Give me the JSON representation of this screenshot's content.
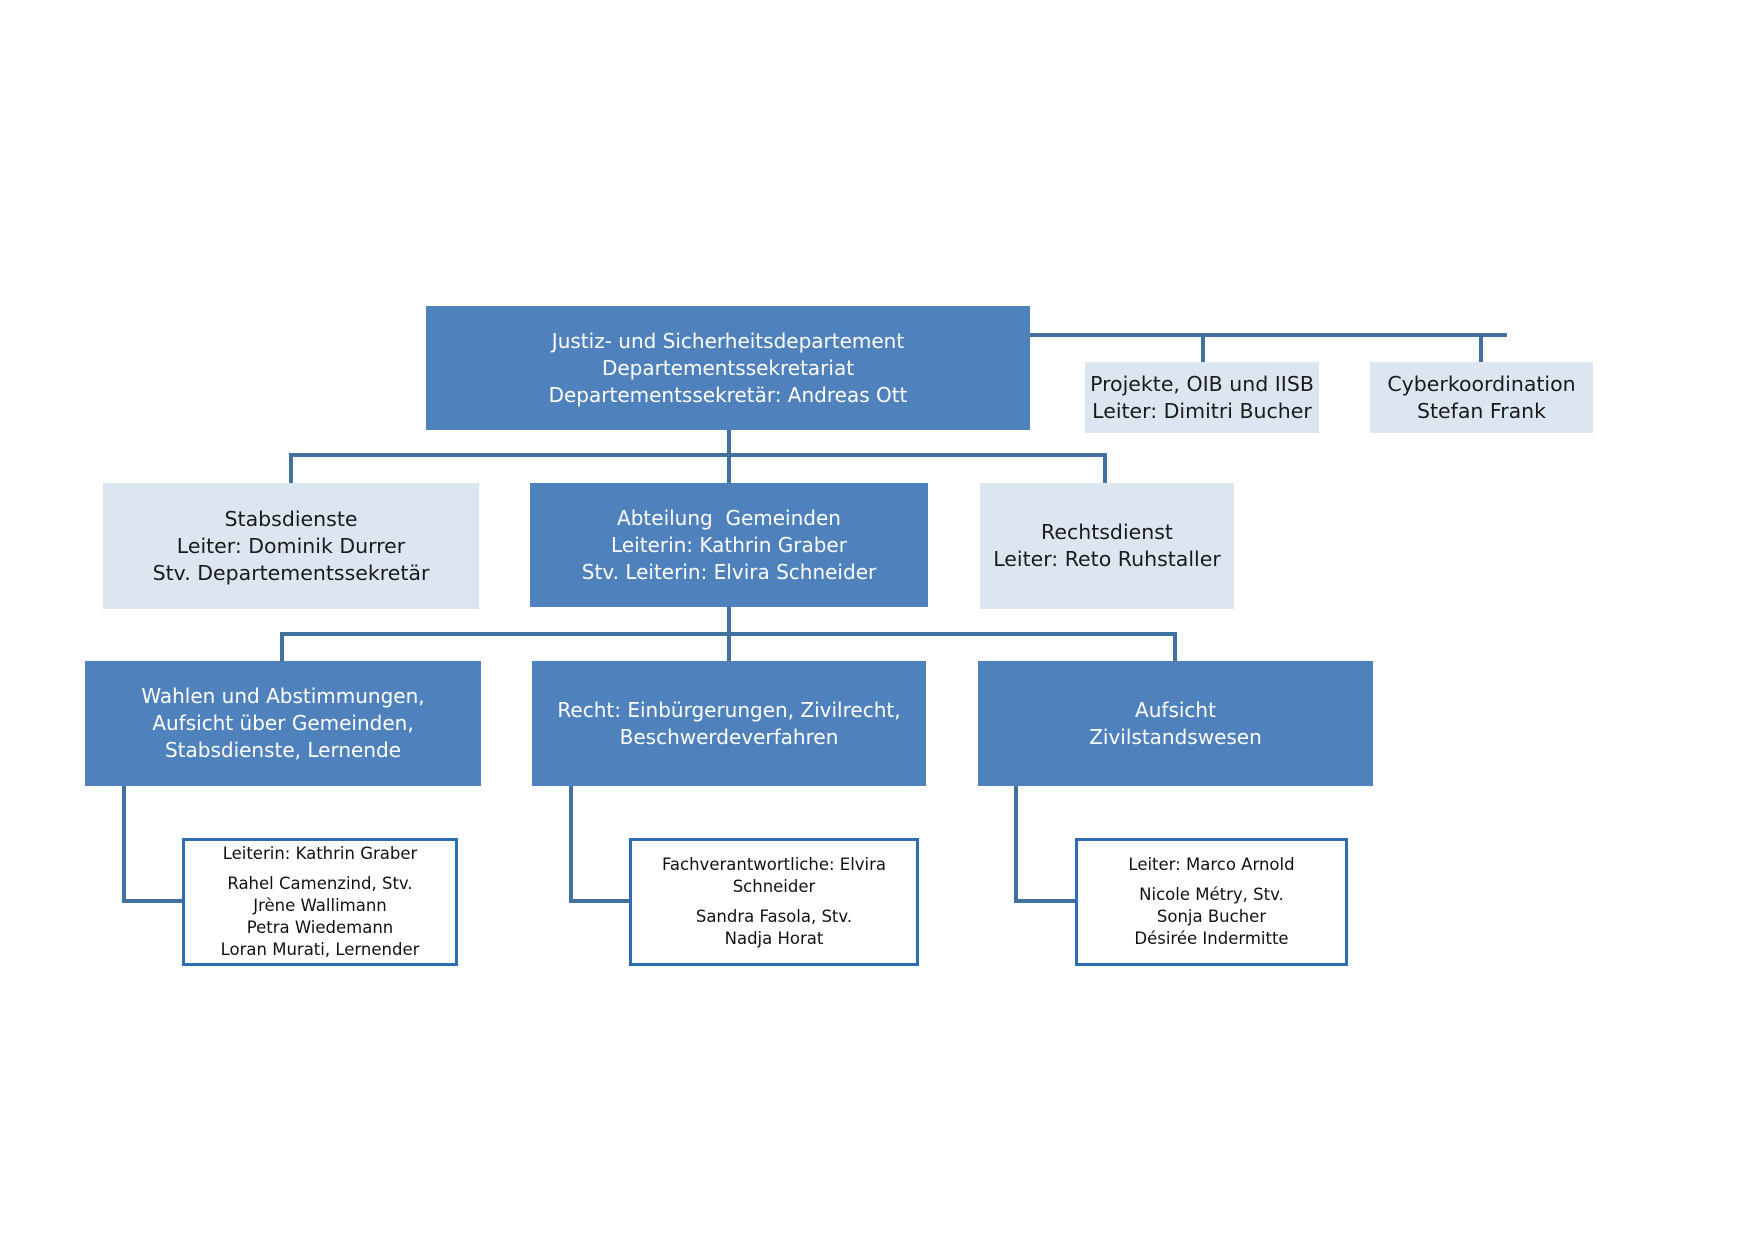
{
  "colors": {
    "dark_box": "#4f81bd",
    "light_box": "#dce6f1",
    "detail_border": "#2e6db4",
    "connector": "#41719c"
  },
  "department": {
    "line1": "Justiz- und Sicherheitsdepartement",
    "line2": "Departementssekretariat",
    "line3": "Departementssekretär: Andreas Ott"
  },
  "projekte": {
    "line1": "Projekte, OIB und IISB",
    "line2": "Leiter: Dimitri Bucher"
  },
  "cyber": {
    "line1": "Cyberkoordination",
    "line2": "Stefan Frank"
  },
  "stabsdienste": {
    "line1": "Stabsdienste",
    "line2": "Leiter: Dominik Durrer",
    "line3": "Stv. Departementssekretär"
  },
  "gemeinden": {
    "line1": "Abteilung  Gemeinden",
    "line2": "Leiterin: Kathrin Graber",
    "line3": "Stv. Leiterin: Elvira Schneider"
  },
  "rechtsdienst": {
    "line1": "Rechtsdienst",
    "line2": "Leiter: Reto Ruhstaller"
  },
  "wahlen": {
    "line1": "Wahlen und Abstimmungen,",
    "line2": "Aufsicht über Gemeinden,",
    "line3": "Stabsdienste, Lernende"
  },
  "recht": {
    "line1": "Recht: Einbürgerungen, Zivilrecht,",
    "line2": "Beschwerdeverfahren"
  },
  "aufsicht": {
    "line1": "Aufsicht",
    "line2": "Zivilstandswesen"
  },
  "wahlen_team": {
    "lead": "Leiterin: Kathrin Graber",
    "members": [
      "Rahel Camenzind, Stv.",
      "Jrène Wallimann",
      "Petra Wiedemann",
      "Loran Murati, Lernender"
    ]
  },
  "recht_team": {
    "lead1": "Fachverantwortliche: Elvira",
    "lead2": "Schneider",
    "members": [
      "Sandra Fasola, Stv.",
      "Nadja Horat"
    ]
  },
  "aufsicht_team": {
    "lead": "Leiter: Marco Arnold",
    "members": [
      "Nicole Métry, Stv.",
      "Sonja Bucher",
      "Désirée Indermitte"
    ]
  }
}
